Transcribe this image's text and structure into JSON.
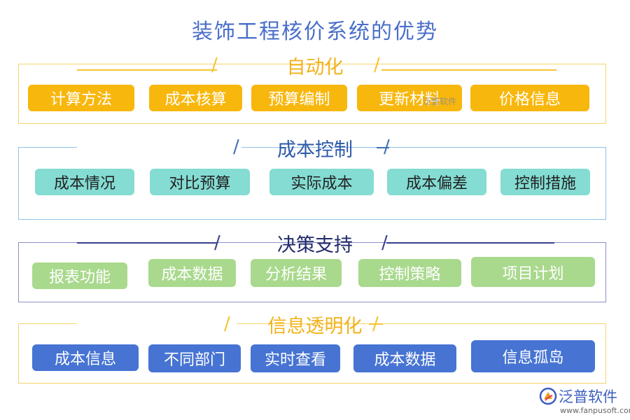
{
  "title": "装饰工程核价系统的优势",
  "sections": [
    {
      "title": "自动化",
      "color": "#f5c430",
      "items": [
        "计算方法",
        "成本核算",
        "预算编制",
        "更新材料",
        "价格信息"
      ]
    },
    {
      "title": "成本控制",
      "color": "#7fb4d9",
      "items": [
        "成本情况",
        "对比预算",
        "实际成本",
        "成本偏差",
        "控制措施"
      ]
    },
    {
      "title": "决策支持",
      "color": "#7b82c2",
      "items": [
        "报表功能",
        "成本数据",
        "分析结果",
        "控制策略",
        "项目计划"
      ]
    },
    {
      "title": "信息透明化",
      "color": "#f5c430",
      "items": [
        "成本信息",
        "不同部门",
        "实时查看",
        "成本数据",
        "信息孤岛"
      ]
    }
  ],
  "watermark": "泛普软件",
  "logo": {
    "name": "泛普软件",
    "url": "www.fanpusoft.com"
  }
}
